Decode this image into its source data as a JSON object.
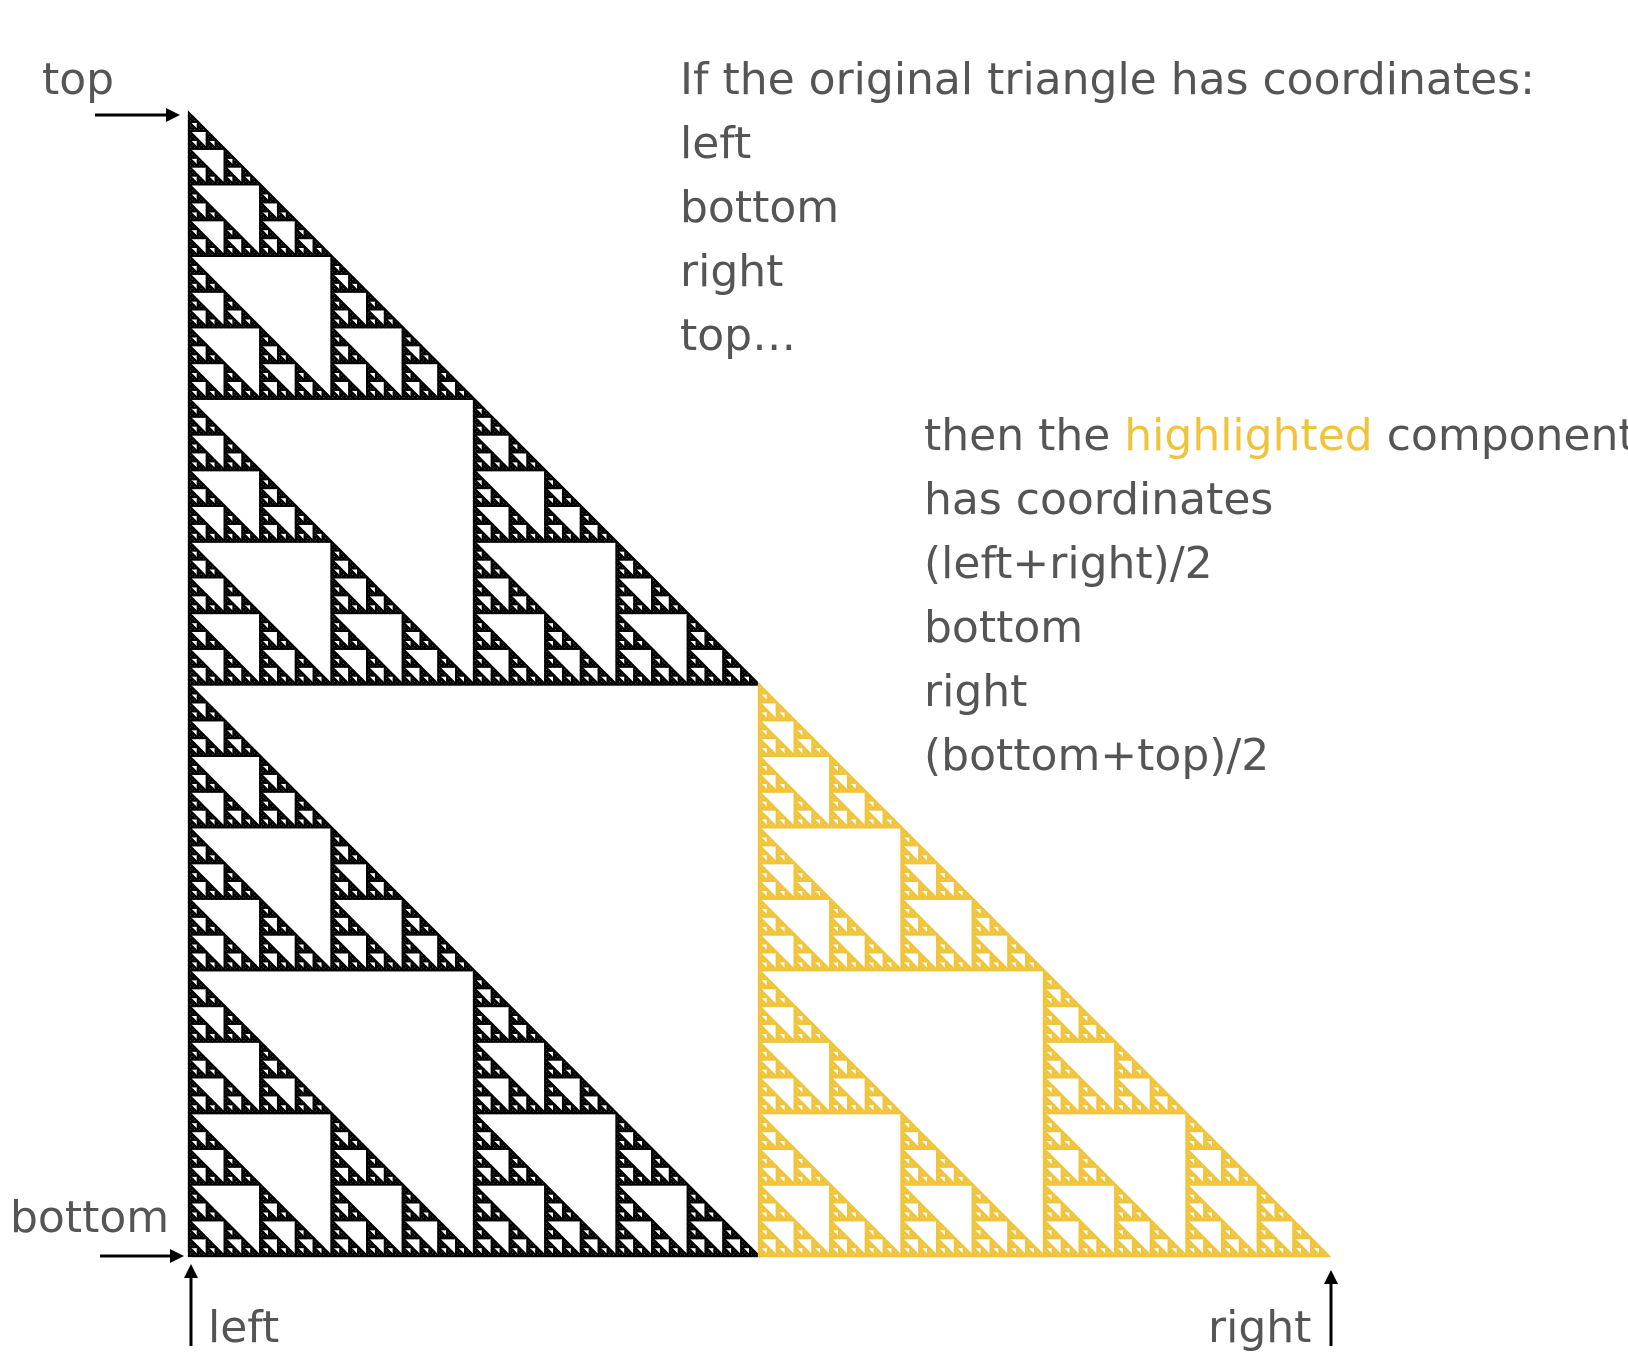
{
  "labels": {
    "top": "top",
    "bottom": "bottom",
    "left": "left",
    "right": "right"
  },
  "original_text": {
    "heading": "If the original triangle has coordinates:",
    "lines": [
      "left",
      "bottom",
      "right",
      "top…"
    ]
  },
  "component_text": {
    "line1_prefix": "then the ",
    "line1_highlight": "highlighted",
    "line1_suffix": " component",
    "lines": [
      "has coordinates",
      "(left+right)/2",
      "bottom",
      "right",
      "(bottom+top)/2"
    ]
  },
  "colors": {
    "text": "#555555",
    "fractal": "#000000",
    "highlight": "#efc43a",
    "arrow": "#000000"
  },
  "fractal": {
    "type": "sierpinski-right-triangle",
    "highlighted_component": "bottom-right"
  }
}
